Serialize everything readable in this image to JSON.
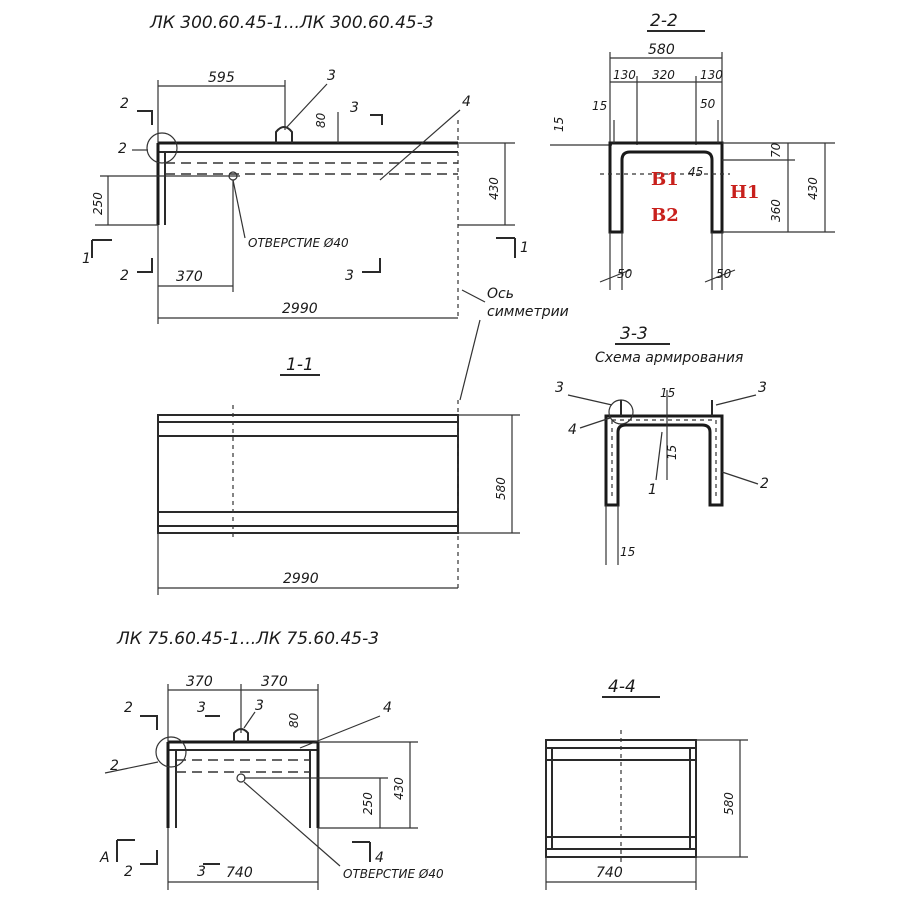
{
  "titles": {
    "top": "ЛК 300.60.45-1...ЛК 300.60.45-3",
    "bottom": "ЛК 75.60.45-1...ЛК 75.60.45-3"
  },
  "sections": {
    "s22": "2-2",
    "s11": "1-1",
    "s33": "3-3",
    "s33_sub": "Схема армирования",
    "s44": "4-4"
  },
  "labels": {
    "hole": "ОТВЕРСТИЕ Ø40",
    "axis_line1": "Ось",
    "axis_line2": "симметрии",
    "marker_A": "A"
  },
  "dims_top": {
    "d595": "595",
    "d80": "80",
    "d250": "250",
    "d430": "430",
    "d370": "370",
    "d2990": "2990",
    "n1": "1",
    "n2": "2",
    "n3": "3",
    "n4": "4"
  },
  "dims_22": {
    "d580": "580",
    "d130a": "130",
    "d320": "320",
    "d130b": "130",
    "d15a": "15",
    "d50a": "50",
    "d15b": "15",
    "d70": "70",
    "d360": "360",
    "d430": "430",
    "d45": "45",
    "d50b": "50",
    "d50c": "50"
  },
  "dims_11": {
    "d580": "580",
    "d2990": "2990"
  },
  "dims_33": {
    "n3a": "3",
    "n3b": "3",
    "n4": "4",
    "n1": "1",
    "n2": "2",
    "d15a": "15",
    "d15b": "15",
    "d15c": "15"
  },
  "dims_bottom": {
    "d370a": "370",
    "d370b": "370",
    "d80": "80",
    "d250": "250",
    "d430": "430",
    "d740": "740",
    "n2a": "2",
    "n2b": "2",
    "n3a": "3",
    "n3b": "3",
    "n3c": "3",
    "n4a": "4",
    "n4b": "4"
  },
  "dims_44": {
    "d580": "580",
    "d740": "740"
  },
  "annotations": {
    "B1": "B1",
    "B2": "B2",
    "H1": "H1"
  },
  "colors": {
    "annotation": "#c8201c",
    "ink": "#1a1a1a"
  }
}
